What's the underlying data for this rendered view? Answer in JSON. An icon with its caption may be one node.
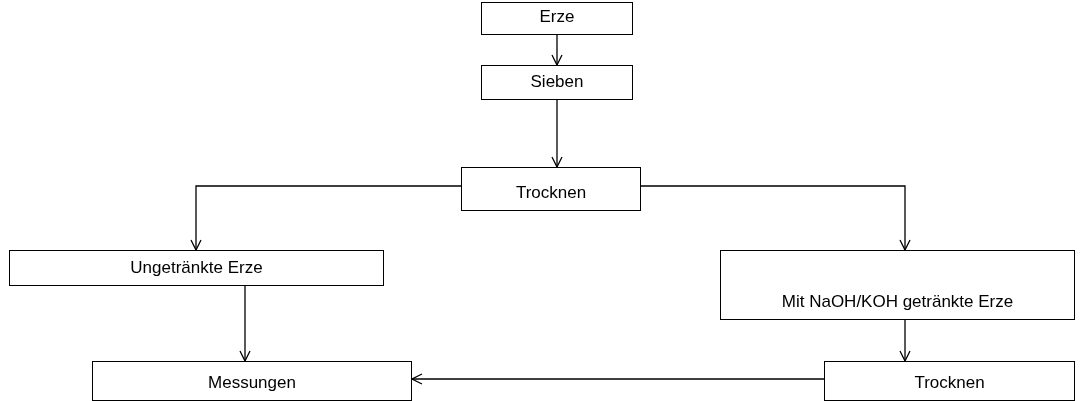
{
  "diagram": {
    "nodes": [
      {
        "text": [
          "Erze"
        ]
      },
      {
        "text": [
          "Sieben"
        ]
      },
      {
        "text": [
          "Trocknen"
        ]
      },
      {
        "text": [
          "Ungetränkte Erze"
        ]
      },
      {
        "text": [
          "Mit NaOH/KOH getränkte Erze"
        ]
      },
      {
        "text": [
          "Messungen"
        ]
      },
      {
        "text": [
          "Trocknen"
        ]
      }
    ],
    "edges": [
      {
        "from": 0,
        "to": 1,
        "arrow": "to"
      },
      {
        "from": 1,
        "to": 2,
        "arrow": "to"
      },
      {
        "from": 2,
        "to": 3,
        "arrow": "to"
      },
      {
        "from": 2,
        "to": 4,
        "arrow": "to"
      },
      {
        "from": 3,
        "to": 5,
        "arrow": "to"
      },
      {
        "from": 4,
        "to": 6,
        "arrow": "to"
      },
      {
        "from": 6,
        "to": 5,
        "arrow": "to"
      }
    ]
  }
}
